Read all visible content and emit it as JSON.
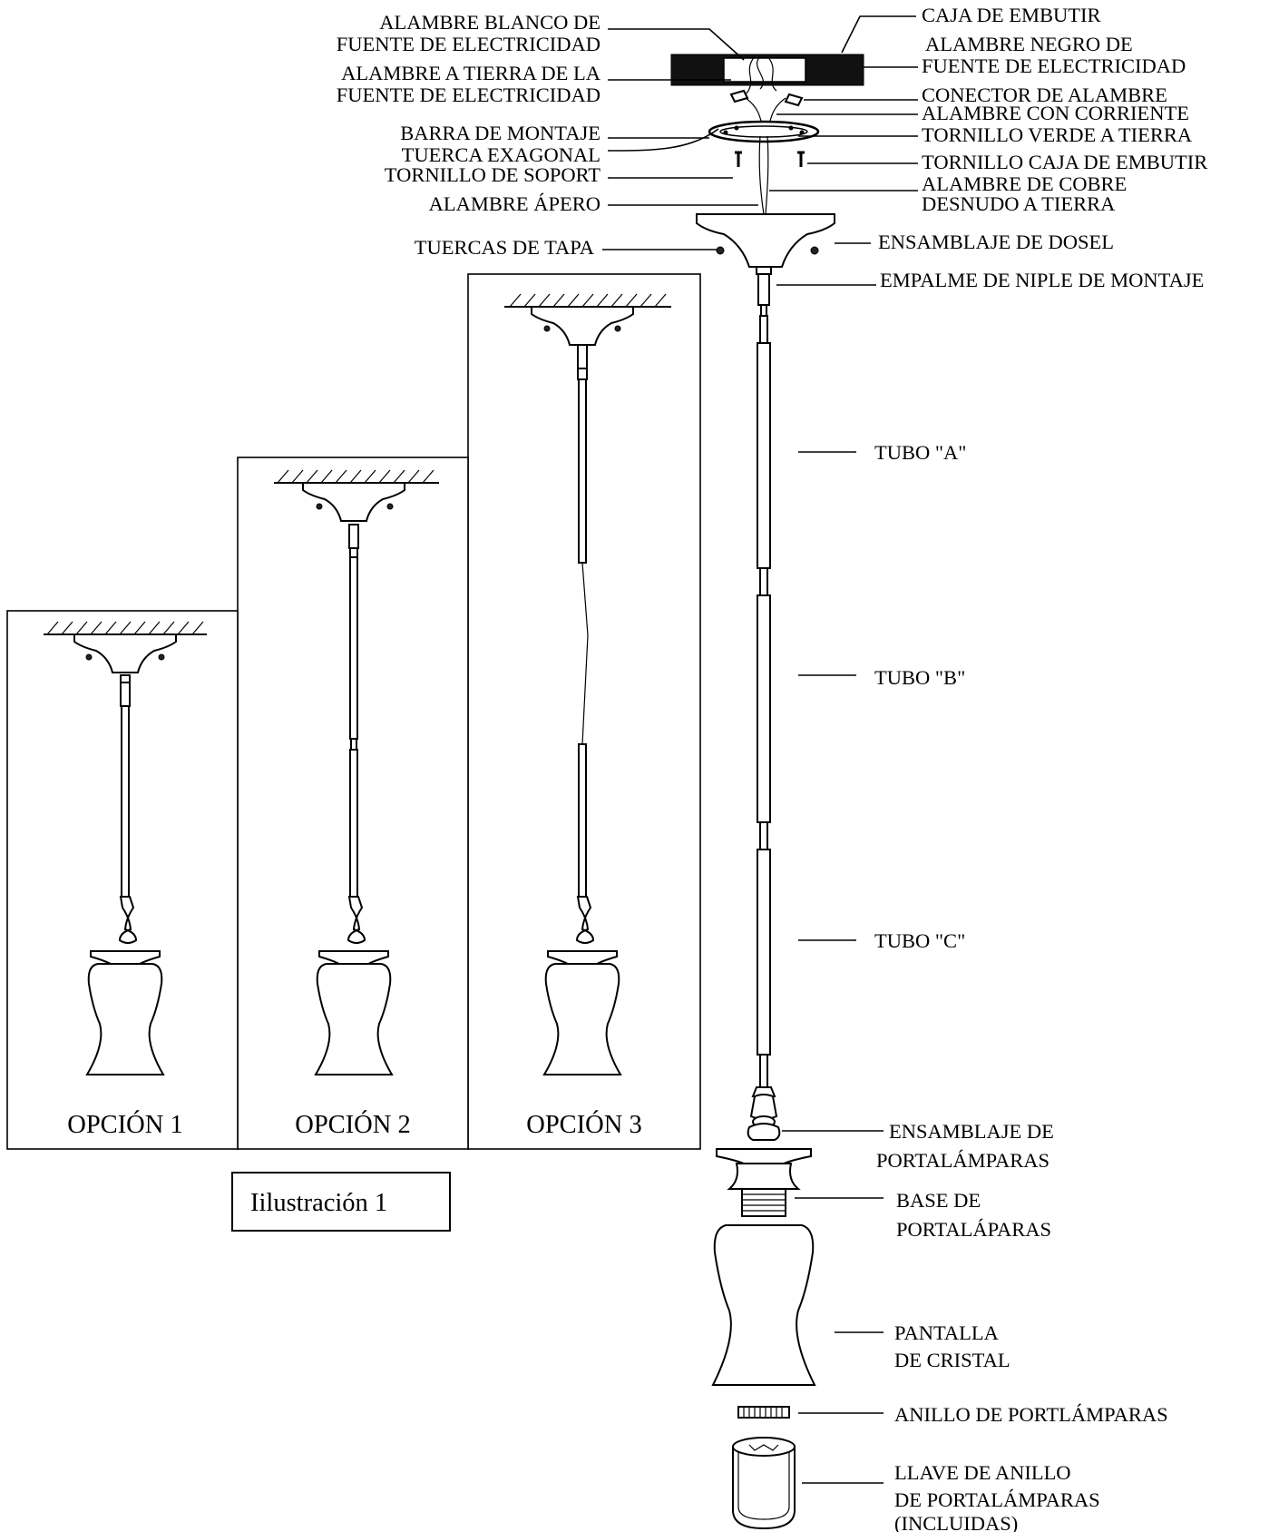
{
  "labels_left": {
    "alambre_blanco_1": "ALAMBRE BLANCO DE",
    "alambre_blanco_2": "FUENTE DE ELECTRICIDAD",
    "alambre_tierra_1": "ALAMBRE A TIERRA DE LA",
    "alambre_tierra_2": "FUENTE DE ELECTRICIDAD",
    "barra_montaje": "BARRA DE MONTAJE",
    "tuerca_exagonal": "TUERCA EXAGONAL",
    "tornillo_soport": "TORNILLO DE SOPORT",
    "alambre_apero": "ALAMBRE ÁPERO",
    "tuercas_tapa": "TUERCAS DE TAPA"
  },
  "labels_right": {
    "caja_embutir": "CAJA DE EMBUTIR",
    "alambre_negro_1": "ALAMBRE NEGRO DE",
    "alambre_negro_2": "FUENTE DE ELECTRICIDAD",
    "conector_alambre": "CONECTOR DE ALAMBRE",
    "alambre_corriente": "ALAMBRE CON CORRIENTE",
    "tornillo_verde": "TORNILLO VERDE A TIERRA",
    "tornillo_caja": "TORNILLO CAJA DE EMBUTIR",
    "alambre_cobre_1": "ALAMBRE DE COBRE",
    "alambre_cobre_2": "DESNUDO A TIERRA",
    "ensamblaje_dosel": "ENSAMBLAJE DE DOSEL",
    "empalme_niple": "EMPALME DE NIPLE DE MONTAJE",
    "tubo_a": "TUBO \"A\"",
    "tubo_b": "TUBO \"B\"",
    "tubo_c": "TUBO \"C\"",
    "ensamblaje_portalamparas_1": "ENSAMBLAJE DE",
    "ensamblaje_portalamparas_2": "PORTALÁMPARAS",
    "base_portalaparas_1": "BASE DE",
    "base_portalaparas_2": "PORTALÁPARAS",
    "pantalla_1": "PANTALLA",
    "pantalla_2": "DE CRISTAL",
    "anillo": "ANILLO DE PORTLÁMPARAS",
    "llave_1": "LLAVE DE ANILLO",
    "llave_2": "DE PORTALÁMPARAS",
    "llave_3": "(INCLUIDAS)"
  },
  "options": {
    "option_1": "OPCIÓN 1",
    "option_2": "OPCIÓN 2",
    "option_3": "OPCIÓN 3"
  },
  "illustration_caption": "Iilustración 1"
}
